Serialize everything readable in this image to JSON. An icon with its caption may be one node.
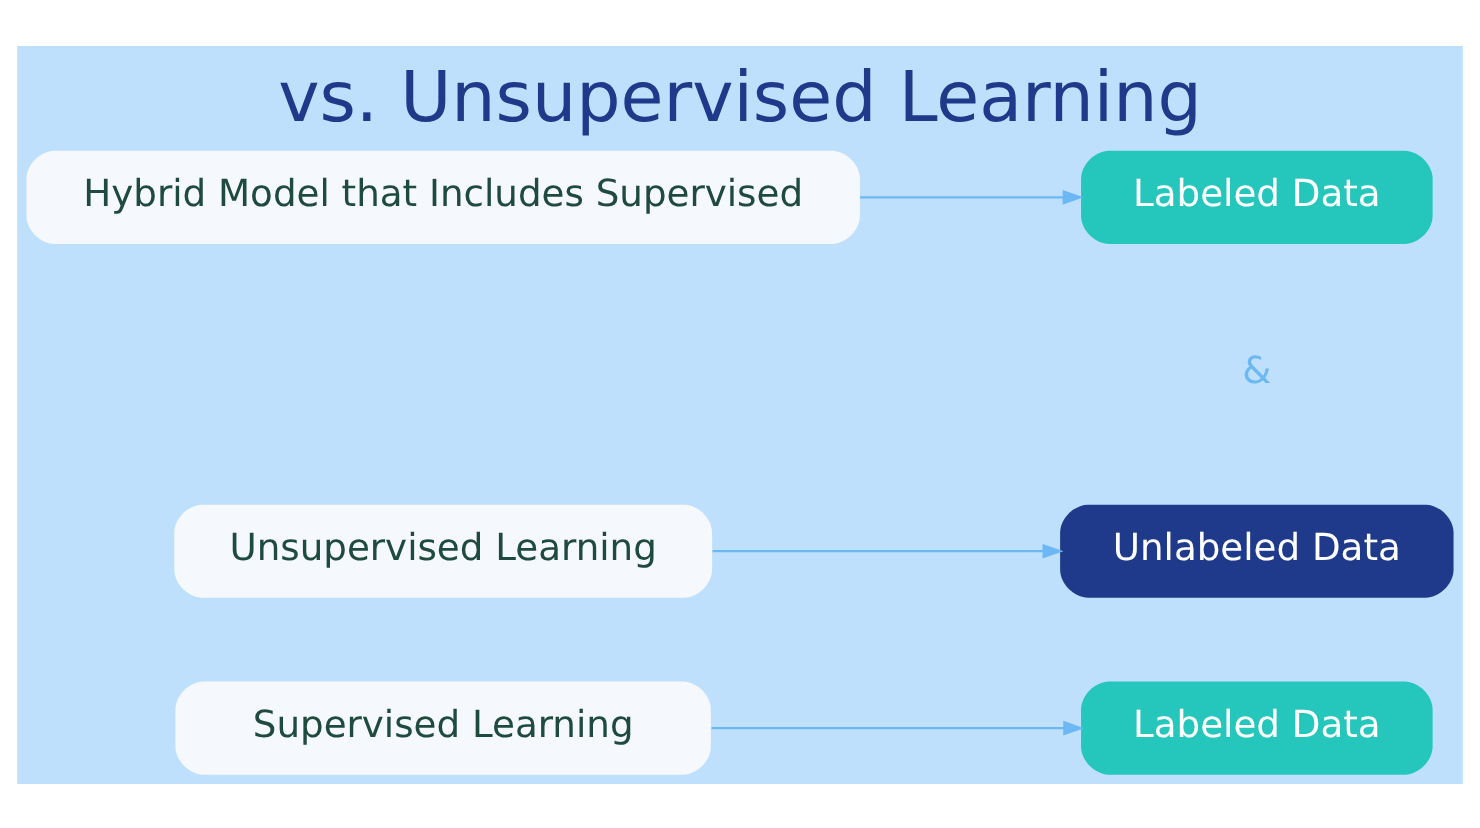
{
  "diagram": {
    "title": "vs. Unsupervised Learning",
    "nodes": [
      {
        "text": [
          "Supervised Learning"
        ]
      },
      {
        "text": [
          "Labeled Data"
        ]
      },
      {
        "text": [
          "Unsupervised Learning"
        ]
      },
      {
        "text": [
          "Unlabeled Data"
        ]
      },
      {
        "text": [
          "Hybrid Model that Includes Supervised"
        ]
      },
      {
        "text": [
          "Labeled Data"
        ]
      }
    ],
    "edges": [
      {
        "from": 0,
        "to": 1,
        "arrow": "to"
      },
      {
        "from": 2,
        "to": 3,
        "arrow": "to"
      },
      {
        "from": 4,
        "to": 5,
        "arrow": "to"
      }
    ],
    "labels": [
      "&"
    ]
  }
}
